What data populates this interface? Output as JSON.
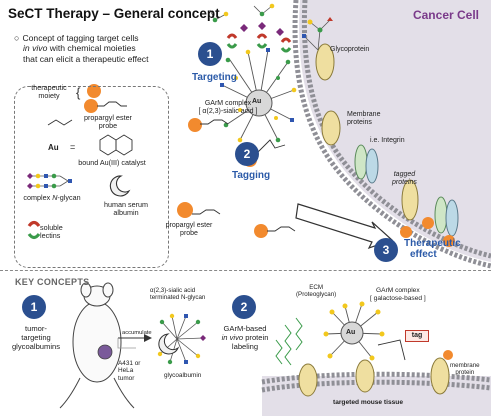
{
  "title": "SeCT Therapy – General concept",
  "concept": {
    "line1": "Concept of tagging target cells",
    "line2_italic": "in vivo",
    "line2_rest": " with chemical moieties",
    "line3": "that can elicit a therapeutic effect"
  },
  "legend": {
    "therapeutic_moiety_1": "therapeutic",
    "therapeutic_moiety_2": "moiety",
    "propargyl_probe_1": "propargyl ester",
    "propargyl_probe_2": "probe",
    "au_label": "Au",
    "au_equals": "=",
    "au_catalyst": "bound Au(III) catalyst",
    "glycan_1": "complex",
    "glycan_italic": "N",
    "glycan_2": "-glycan",
    "albumin_1": "human serum",
    "albumin_2": "albumin",
    "lectins_1": "soluble",
    "lectins_2": "lectins"
  },
  "cancer_cell": "Cancer Cell",
  "steps": [
    {
      "num": "1",
      "label": "Targeting"
    },
    {
      "num": "2",
      "label": "Tagging"
    },
    {
      "num": "3",
      "label_1": "Therapeutic",
      "label_2": "effect"
    }
  ],
  "labels": {
    "glycoprotein": "Glycoprotein",
    "garm_1": "GArM complex",
    "garm_2": "[ α(2,3)-sialic acid ]",
    "membrane_1": "Membrane",
    "membrane_2": "proteins",
    "integrin": "i.e. Integrin",
    "tagged_1": "tagged",
    "tagged_2": "proteins",
    "probe_1": "propargyl ester",
    "probe_2": "probe",
    "au": "Au"
  },
  "key_concepts": {
    "heading": "KEY CONCEPTS",
    "kc1": {
      "num": "1",
      "label_1": "tumor-",
      "label_2": "targeting",
      "label_3": "glycoalbumins",
      "sialic_1": "α(2,3)-sialic acid",
      "sialic_2": "terminated N-glycan",
      "accumulate": "accumulate",
      "tumor_1": "A431 or",
      "tumor_2": "HeLa",
      "tumor_3": "tumor",
      "glycoalbumin": "glycoalbumin"
    },
    "kc2": {
      "num": "2",
      "label_1": "GArM-based",
      "label_2_italic": "in vivo",
      "label_2_rest": " protein",
      "label_3": "labeling",
      "ecm_1": "ECM",
      "ecm_2": "(Proteoglycan)",
      "garm_1": "GArM complex",
      "garm_2": "[ galactose-based ]",
      "au": "Au",
      "tag": "tag",
      "membrane_1": "membrane",
      "membrane_2": "protein",
      "tissue": "targeted mouse tissue"
    }
  },
  "colors": {
    "step_blue": "#2b4f8f",
    "label_blue": "#2b5aa8",
    "cancer_purple": "#7a3a8a",
    "cell_fill": "#e3dfe8",
    "orange": "#f28a2e",
    "glycan_green": "#3a9b4a",
    "glycan_yellow": "#f2c81d",
    "glycan_blue": "#2f56b0",
    "glycan_red": "#c0392b",
    "protein_tan": "#efdfa0",
    "protein_green": "#cfe6c6"
  }
}
